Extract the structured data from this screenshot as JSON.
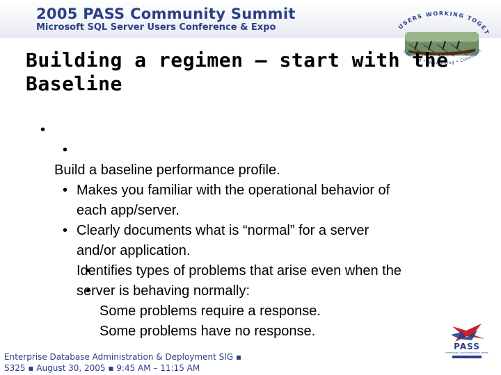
{
  "header": {
    "title": "2005 PASS Community Summit",
    "subtitle": "Microsoft SQL Server Users Conference & Expo",
    "logo_top_text": "USERS WORKING TOGETHER",
    "logo_bottom_text": "Learning • Networking • Community"
  },
  "slide": {
    "title": "Building a regimen – start with the Baseline",
    "bullets": [
      {
        "level": 1,
        "text": "Build a baseline performance profile."
      },
      {
        "level": 2,
        "text": "Makes you familiar with the operational behavior of\neach app/server."
      },
      {
        "level": 2,
        "text": "Clearly documents what is “normal” for a server\nand/or application."
      },
      {
        "level": 2,
        "text": "Identifies types of problems that arise even when the\nserver is behaving normally:"
      },
      {
        "level": 3,
        "text": "Some problems require a response."
      },
      {
        "level": 3,
        "text": "Some problems have no response."
      }
    ],
    "bullet_glyph": "•"
  },
  "footer": {
    "line1": "Enterprise Database Administration & Deployment SIG ▪",
    "line2": "S325 ▪ August 30, 2005 ▪ 9:45 AM – 11:15 AM"
  },
  "pass_logo": {
    "text": "PASS",
    "tagline": "PROFESSIONAL ASSOCIATION FOR SQL SERVER"
  },
  "colors": {
    "brand_navy": "#2a3f86",
    "pass_red": "#c8232c",
    "pass_blue": "#2a3f86"
  }
}
